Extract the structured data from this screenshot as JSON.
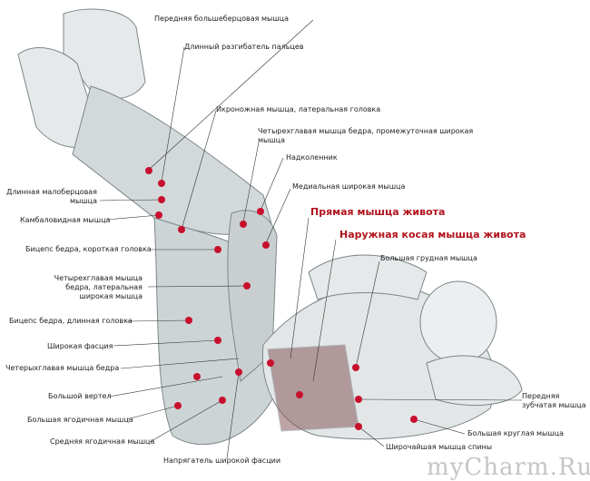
{
  "labels": {
    "tibialis_anterior": "Передняя большеберцовая мышца",
    "extensor_digitorum": "Длинный разгибатель пальцев",
    "gastrocnemius_lateral": "Икроножная мышца, латеральная головка",
    "vastus_intermedius_1": "Четырехглавая мышца бедра, промежуточная широкая",
    "vastus_intermedius_2": "мышца",
    "patella": "Надколенник",
    "vastus_medialis": "Медиальная широкая мышца",
    "rectus_abdominis": "Прямая мышца живота",
    "external_oblique": "Наружная косая мышца живота",
    "pectoralis_major": "Большая грудная мышца",
    "serratus_anterior_1": "Передняя",
    "serratus_anterior_2": "зубчатая мышца",
    "teres_major": "Большая круглая мышца",
    "latissimus_dorsi": "Широчайшая мышца спины",
    "peroneus_longus_1": "Длинная малоберцовая",
    "peroneus_longus_2": "мышца",
    "soleus": "Камбаловидная мышца",
    "biceps_short": "Бицепс бедра, короткая головка",
    "vastus_lateralis_1": "Четырехглавая мышца",
    "vastus_lateralis_2": "бедра, латеральная",
    "vastus_lateralis_3": "широкая мышца",
    "biceps_long": "Бицепс бедра, длинная головка",
    "fascia_lata": "Широкая фасция",
    "quadriceps": "Четерыхглавая мышца бедра",
    "greater_trochanter": "Большой вертел",
    "gluteus_maximus": "Большая ягодичная мышца",
    "gluteus_medius": "Средняя ягодичная мышца",
    "tensor_fasciae_latae": "Напрягатель широкой фасции"
  },
  "watermark": "myCharm.Ru",
  "colors": {
    "highlight": "#b0141c",
    "dot": "#c8102e",
    "sketch": "#8a9296"
  }
}
